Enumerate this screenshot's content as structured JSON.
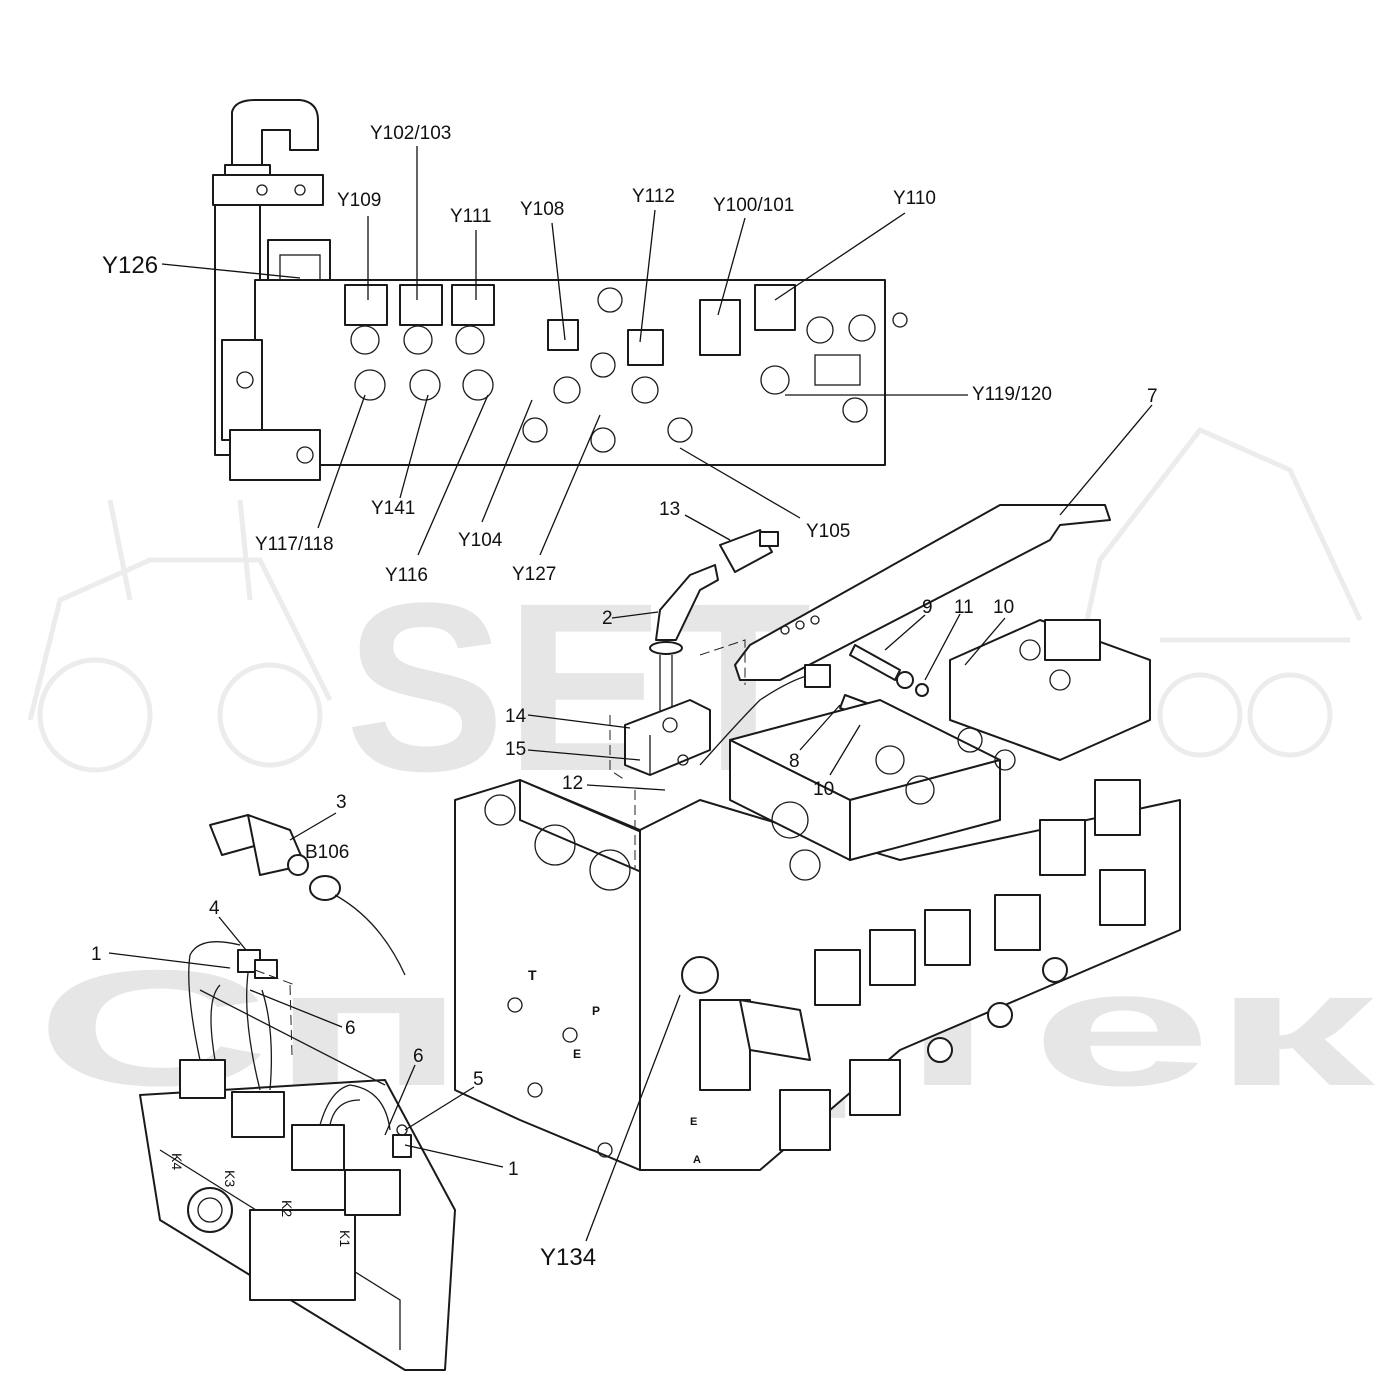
{
  "watermark": {
    "brand": "SET",
    "company": "СпецТек"
  },
  "callouts": {
    "y126": "Y126",
    "y109": "Y109",
    "y102_103": "Y102/103",
    "y111": "Y111",
    "y108": "Y108",
    "y112": "Y112",
    "y100_101": "Y100/101",
    "y110": "Y110",
    "y119_120": "Y119/120",
    "y117_118": "Y117/118",
    "y141": "Y141",
    "y116": "Y116",
    "y104": "Y104",
    "y127": "Y127",
    "y105": "Y105",
    "y134": "Y134",
    "b106": "B106",
    "n1a": "1",
    "n1b": "1",
    "n2": "2",
    "n3": "3",
    "n4": "4",
    "n5": "5",
    "n6a": "6",
    "n6b": "6",
    "n7": "7",
    "n8": "8",
    "n9": "9",
    "n10a": "10",
    "n10b": "10",
    "n11": "11",
    "n12": "12",
    "n13": "13",
    "n14": "14",
    "n15": "15"
  },
  "valve_markings": {
    "port_t": "T",
    "port_p": "P",
    "port_e": "E",
    "port_a": "A"
  },
  "ecu_markings": {
    "k4": "K4",
    "k3": "K3",
    "k2": "K2",
    "k1": "K1"
  }
}
